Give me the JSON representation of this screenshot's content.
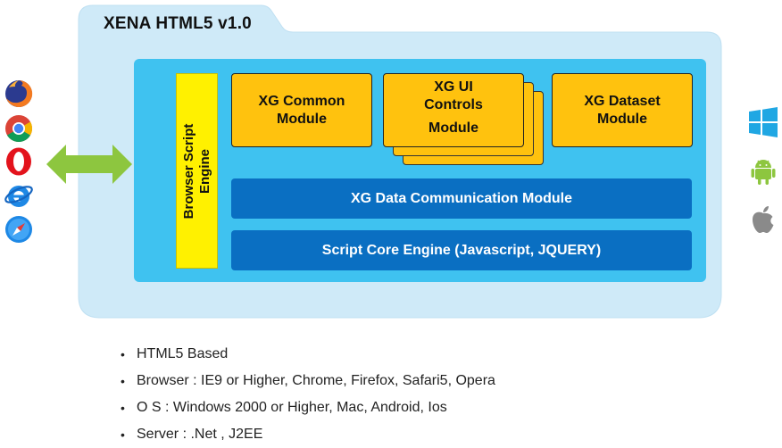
{
  "title": "XENA HTML5 v1.0",
  "engine": {
    "line1": "Browser Script",
    "line2": "Engine"
  },
  "modules": {
    "common": {
      "line1": "XG Common",
      "line2": "Module"
    },
    "ui": {
      "line1": "XG UI",
      "line2": "Controls",
      "line3": "Module"
    },
    "dataset": {
      "line1": "XG Dataset",
      "line2": "Module"
    }
  },
  "bars": {
    "communication": "XG Data Communication Module",
    "core": "Script Core Engine (Javascript, JQUERY)"
  },
  "browsers": [
    "firefox-icon",
    "chrome-icon",
    "opera-icon",
    "ie-icon",
    "safari-icon"
  ],
  "os": [
    "windows-icon",
    "android-icon",
    "apple-icon"
  ],
  "colors": {
    "outer": "#cfeaf8",
    "inner": "#3fc2f0",
    "module": "#ffc20e",
    "bar": "#0a6fc2",
    "engine": "#fff100",
    "arrow": "#8dc63f"
  },
  "bullets": [
    "HTML5 Based",
    "Browser : IE9 or Higher, Chrome, Firefox, Safari5, Opera",
    "O S :  Windows 2000 or Higher, Mac, Android, Ios",
    "Server : .Net , J2EE"
  ]
}
